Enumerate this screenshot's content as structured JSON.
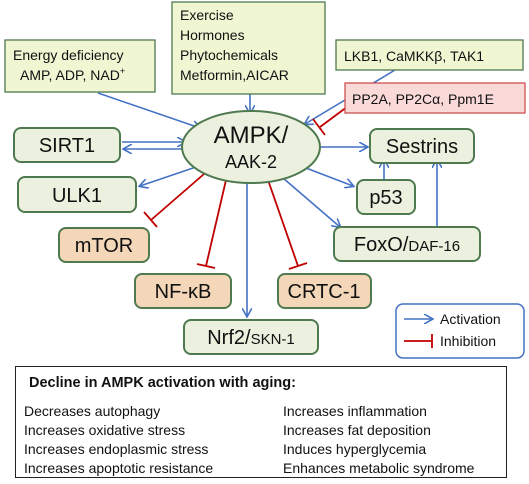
{
  "nodes": {
    "ampk": [
      "AMPK/",
      "AAK-2"
    ],
    "energy": [
      "Energy deficiency",
      "AMP, ADP, NAD",
      "+"
    ],
    "exercise": [
      "Exercise",
      "Hormones",
      "Phytochemicals",
      "Metformin,AICAR"
    ],
    "lkb1": "LKB1, CaMKKβ, TAK1",
    "pp2a": "PP2A, PP2Cα, Ppm1E",
    "sirt1": "SIRT1",
    "sestrins": "Sestrins",
    "ulk1": "ULK1",
    "p53": "p53",
    "mtor": "mTOR",
    "foxo": [
      "FoxO/",
      "DAF-16"
    ],
    "nfkb": "NF-κB",
    "crtc1": "CRTC-1",
    "nrf2": [
      "Nrf2/",
      "SKN-1"
    ]
  },
  "legend": {
    "activation": "Activation",
    "inhibition": "Inhibition"
  },
  "colors": {
    "green_fill": "#ebf1de",
    "green_border": "#4f7a4f",
    "yellow_fill": "#f0f5d2",
    "orange_fill": "#f4d7b8",
    "pink_fill": "#fad9d9",
    "pink_border": "#d05050",
    "activation": "#4472c4",
    "inhibition": "#c00000"
  },
  "aging": {
    "title": "Decline in AMPK activation with aging:",
    "left": [
      "Decreases autophagy",
      "Increases oxidative stress",
      "Increases endoplasmic stress",
      "Increases apoptotic resistance"
    ],
    "right": [
      "Increases inflammation",
      "Increases fat deposition",
      "Induces hyperglycemia",
      "Enhances metabolic syndrome"
    ]
  }
}
